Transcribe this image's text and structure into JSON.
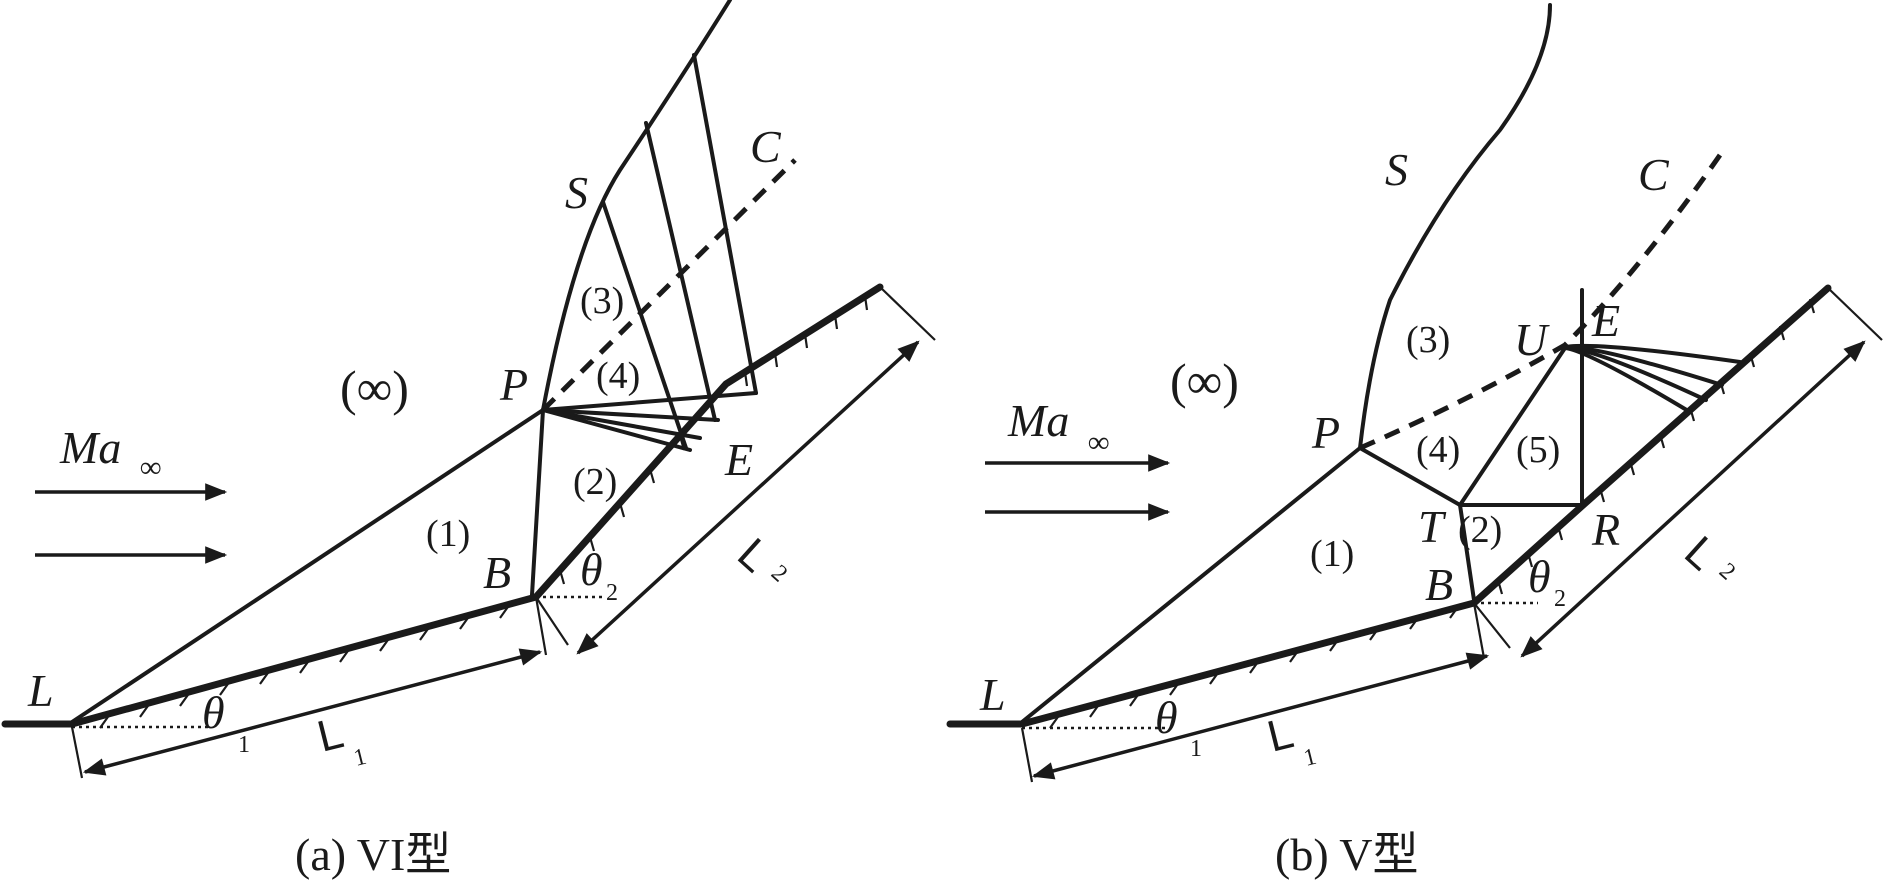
{
  "panel_a": {
    "caption": "(a) VI型",
    "flow": {
      "ma": "Ma",
      "ma_sub": "∞"
    },
    "labels": {
      "L": "L",
      "B": "B",
      "P": "P",
      "S": "S",
      "C": "C",
      "E": "E",
      "theta": "θ",
      "theta1_sub": "1",
      "theta2_sub": "2",
      "L1": "L",
      "L1_sub": "1",
      "L2": "L",
      "L2_sub": "2"
    },
    "regions": {
      "inf": "(∞)",
      "r1": "(1)",
      "r2": "(2)",
      "r3": "(3)",
      "r4": "(4)"
    }
  },
  "panel_b": {
    "caption": "(b) V型",
    "flow": {
      "ma": "Ma",
      "ma_sub": "∞"
    },
    "labels": {
      "L": "L",
      "B": "B",
      "P": "P",
      "S": "S",
      "C": "C",
      "E": "E",
      "U": "U",
      "T": "T",
      "R": "R",
      "theta": "θ",
      "theta1_sub": "1",
      "theta2_sub": "2",
      "L1": "L",
      "L1_sub": "1",
      "L2": "L",
      "L2_sub": "2"
    },
    "regions": {
      "inf": "(∞)",
      "r1": "(1)",
      "r2": "(2)",
      "r3": "(3)",
      "r4": "(4)",
      "r5": "(5)"
    }
  }
}
